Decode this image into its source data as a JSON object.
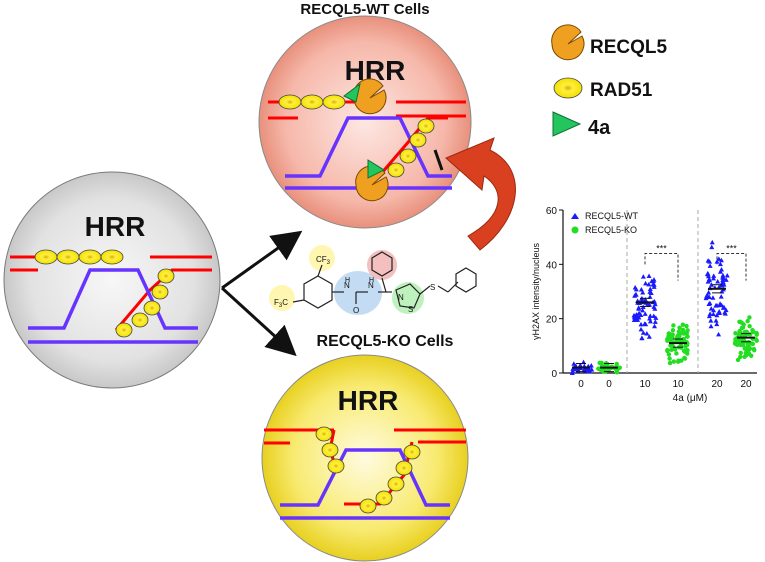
{
  "title_wt": "RECQL5-WT  Cells",
  "title_ko": "RECQL5-KO  Cells",
  "hrr_label": "HRR",
  "legend": {
    "recql5": "RECQL5",
    "rad51": "RAD51",
    "compound": "4a"
  },
  "molecule": {
    "cf3_top": "CF",
    "cf3_left": "F",
    "cf3_left_c": "C",
    "sub3": "3",
    "nh1": "H",
    "nh1_n": "N",
    "nh2": "H",
    "nh2_n": "N",
    "carbonyl_o": "O",
    "thiazole_n": "N",
    "thiazole_s": "S",
    "thioether_s": "S"
  },
  "colors": {
    "dna_red": "#ff0000",
    "dna_purple": "#6633ff",
    "rad51_fill": "#f5e400",
    "recql5_fill": "#f0a020",
    "compound_green": "#22c55e",
    "arrow_red": "#d94020",
    "wt_sphere": "#f4a090",
    "ko_sphere": "#f5e020",
    "hrr_sphere": "#dedede",
    "wt_series": "#1a1aff",
    "ko_series": "#22dd22"
  },
  "chart_data": {
    "type": "scatter",
    "ylabel": "γH2AX intensity/nucleus",
    "xlabel": "4a (μM)",
    "ylim": [
      0,
      60
    ],
    "yticks": [
      0,
      20,
      40,
      60
    ],
    "categories": [
      "0",
      "0",
      "10",
      "10",
      "20",
      "20"
    ],
    "series": [
      {
        "name": "RECQL5-WT",
        "marker": "triangle",
        "groups": [
          0,
          2,
          4
        ],
        "means": [
          2,
          26,
          31
        ],
        "spread": [
          1.5,
          9,
          11
        ]
      },
      {
        "name": "RECQL5-KO",
        "marker": "circle",
        "groups": [
          1,
          3,
          5
        ],
        "means": [
          2,
          11,
          13
        ],
        "spread": [
          1.5,
          5,
          5
        ]
      }
    ],
    "significance": [
      "***",
      "***"
    ],
    "legend_position": "top-left"
  }
}
